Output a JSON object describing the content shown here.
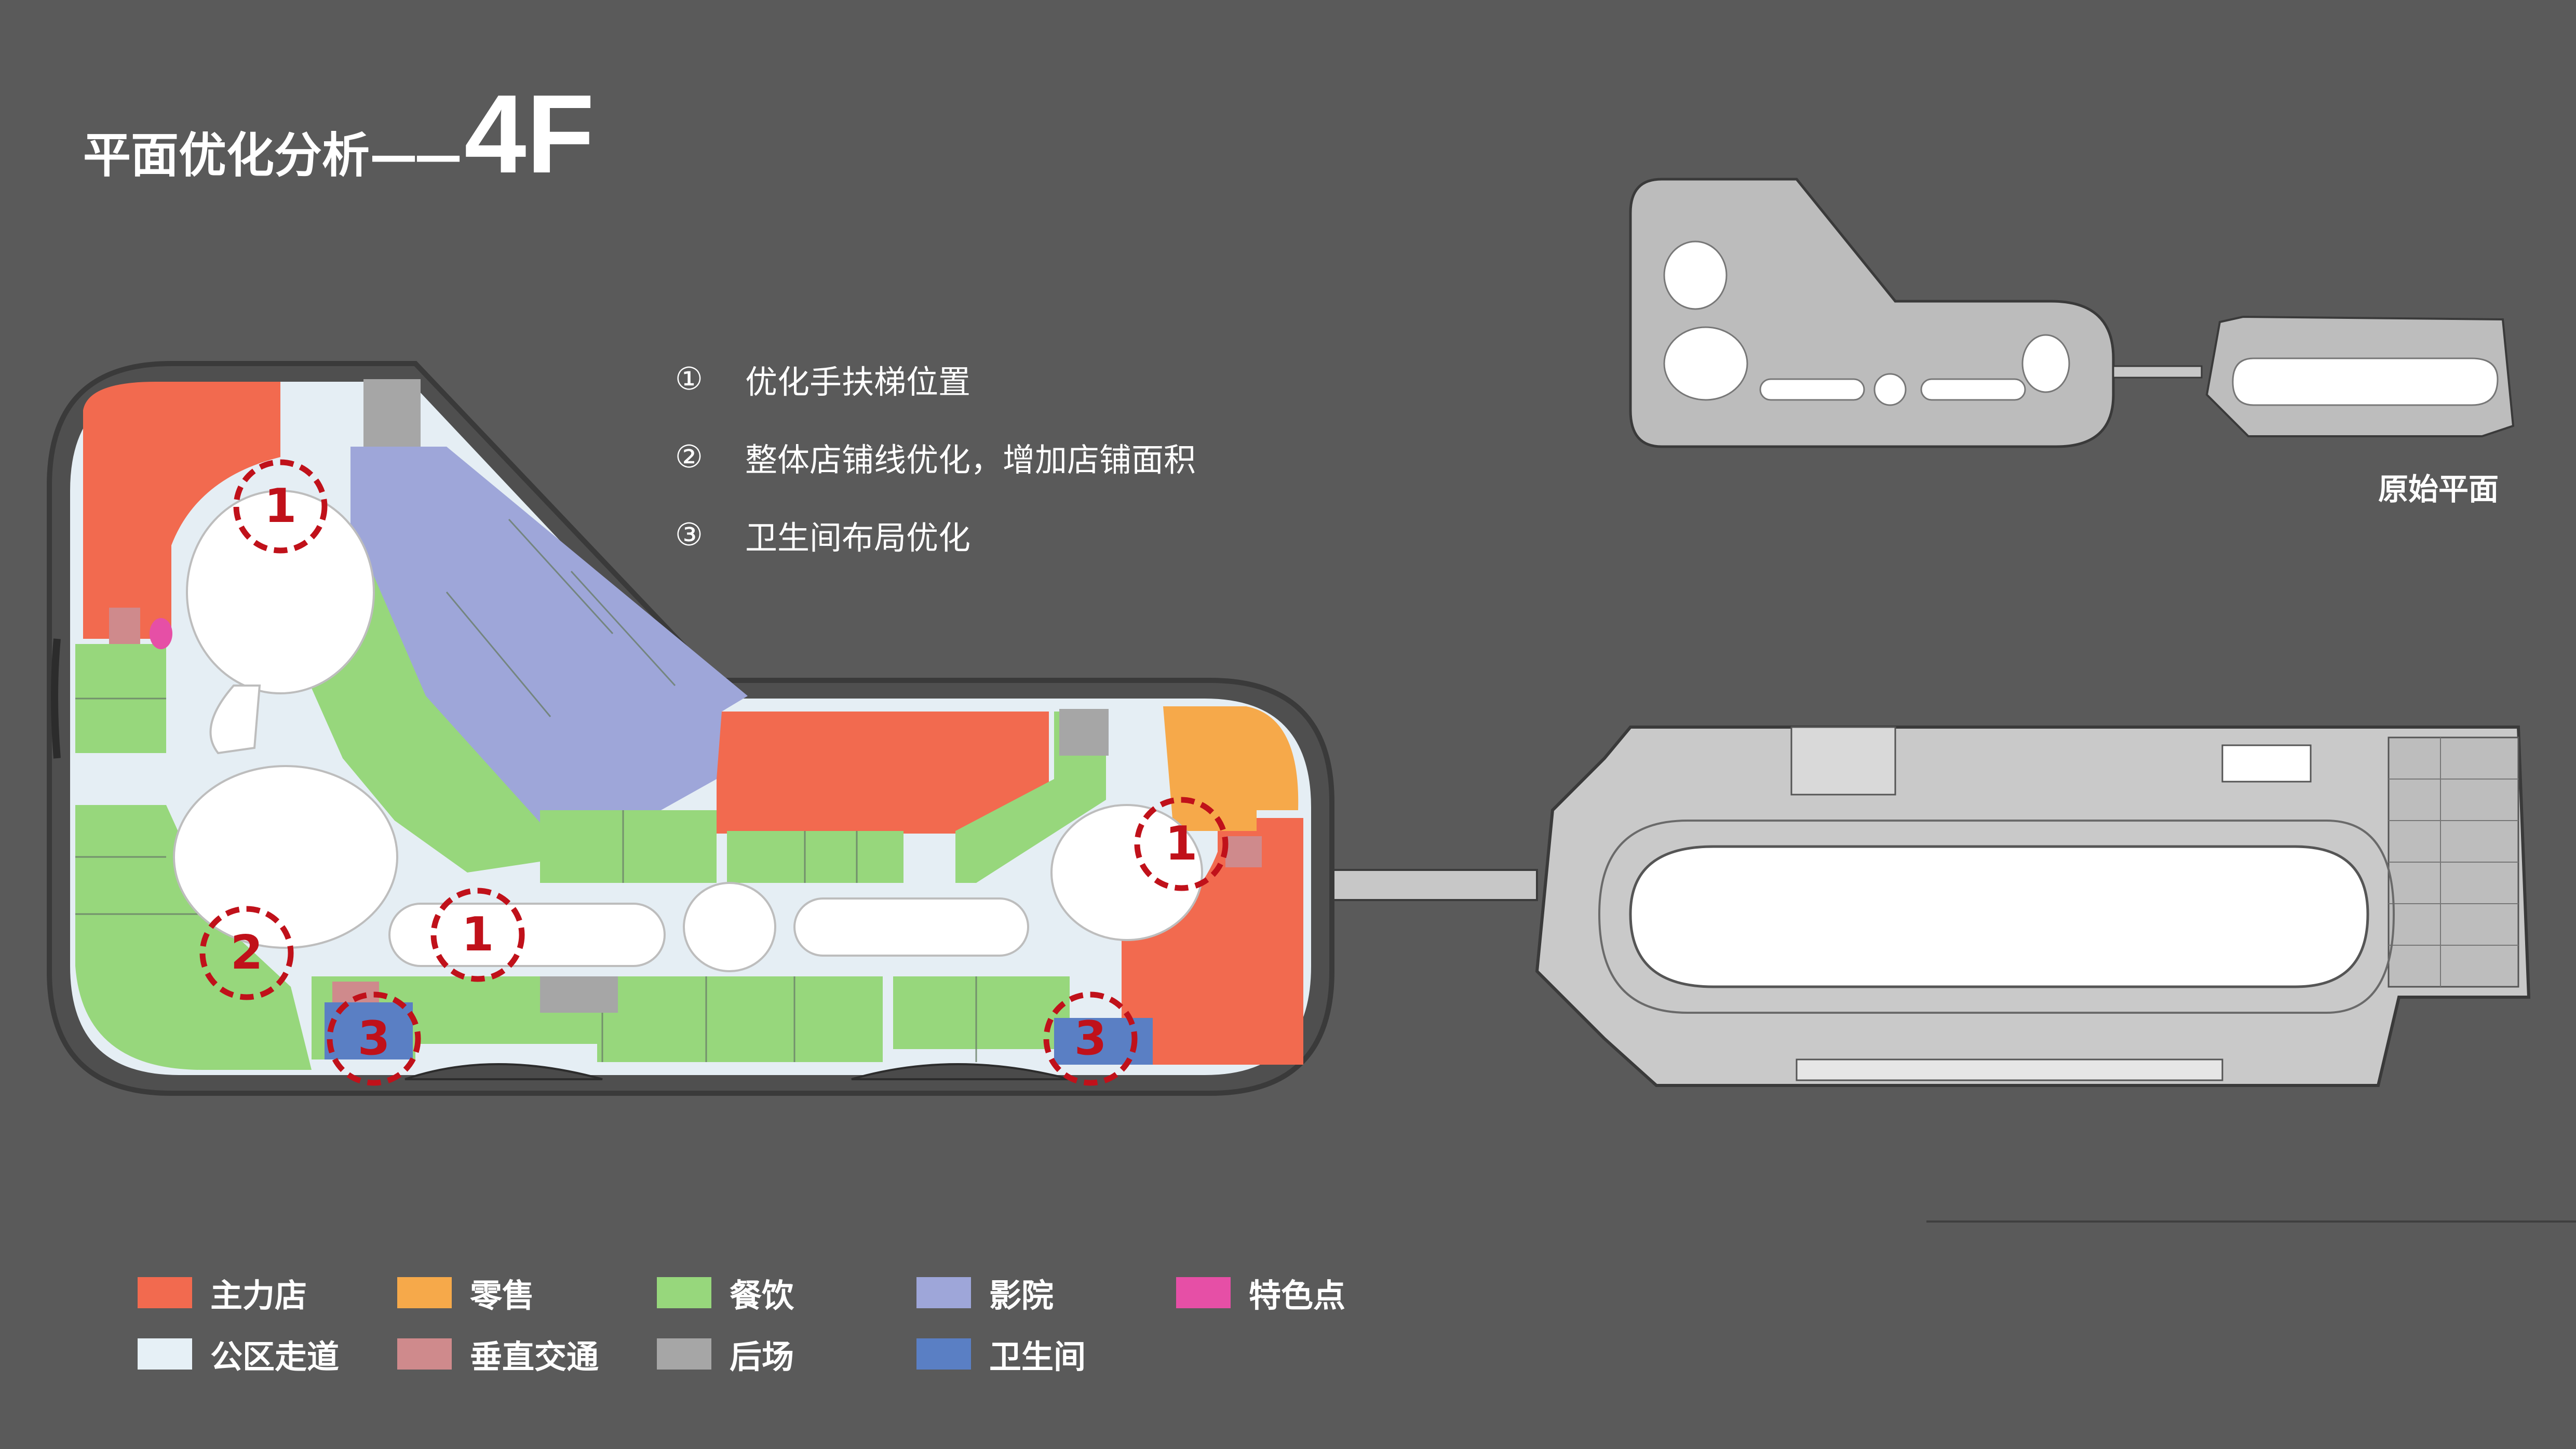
{
  "title": {
    "main": "平面优化分析",
    "dash": "——",
    "floor": "4F"
  },
  "notes": [
    {
      "num": "①",
      "text": "优化手扶梯位置"
    },
    {
      "num": "②",
      "text": "整体店铺线优化，增加店铺面积"
    },
    {
      "num": "③",
      "text": "卫生间布局优化"
    }
  ],
  "original_plan_label": "原始平面",
  "markers": [
    {
      "label": "1",
      "note": "escalator"
    },
    {
      "label": "1",
      "note": "escalator"
    },
    {
      "label": "1",
      "note": "escalator"
    },
    {
      "label": "2",
      "note": "storefront"
    },
    {
      "label": "3",
      "note": "restroom"
    },
    {
      "label": "3",
      "note": "restroom"
    }
  ],
  "legend": [
    {
      "label": "主力店",
      "color": "#f26a4f"
    },
    {
      "label": "零售",
      "color": "#f6a94a"
    },
    {
      "label": "餐饮",
      "color": "#97d77c"
    },
    {
      "label": "影院",
      "color": "#9ea6d9"
    },
    {
      "label": "特色点",
      "color": "#e64fa6"
    },
    {
      "label": "公区走道",
      "color": "#e6f0f6"
    },
    {
      "label": "垂直交通",
      "color": "#cf8a8c"
    },
    {
      "label": "后场",
      "color": "#a6a6a6"
    },
    {
      "label": "卫生间",
      "color": "#5a7fc4"
    }
  ],
  "colors": {
    "background": "#5a5a5a",
    "marker": "#c0111a",
    "building_outline": "#4a4a4a",
    "plan_gray": "#cfcfcf",
    "void": "#ffffff"
  }
}
